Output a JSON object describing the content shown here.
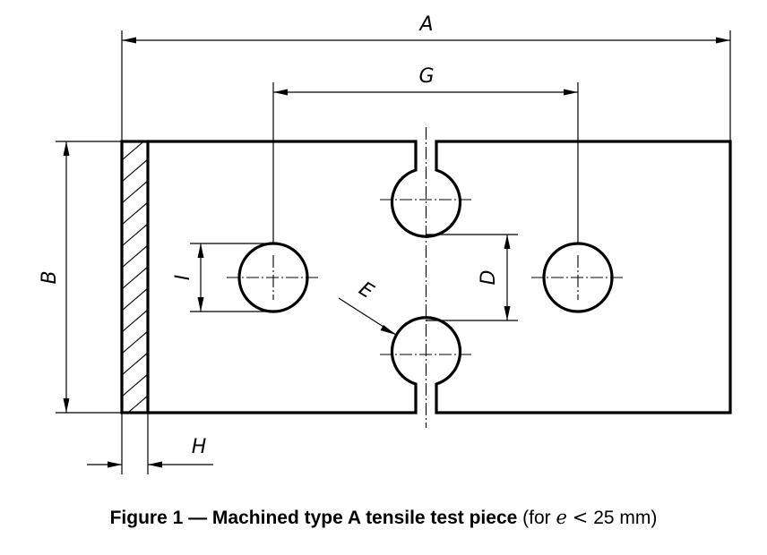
{
  "labels": {
    "A": "A",
    "G": "G",
    "B": "B",
    "I": "I",
    "D": "D",
    "E": "E",
    "H": "H"
  },
  "caption": {
    "bold": "Figure 1 — Machined type A tensile test piece",
    "open": "(for ",
    "var": "e",
    "op": "<",
    "close": "25 mm)"
  }
}
